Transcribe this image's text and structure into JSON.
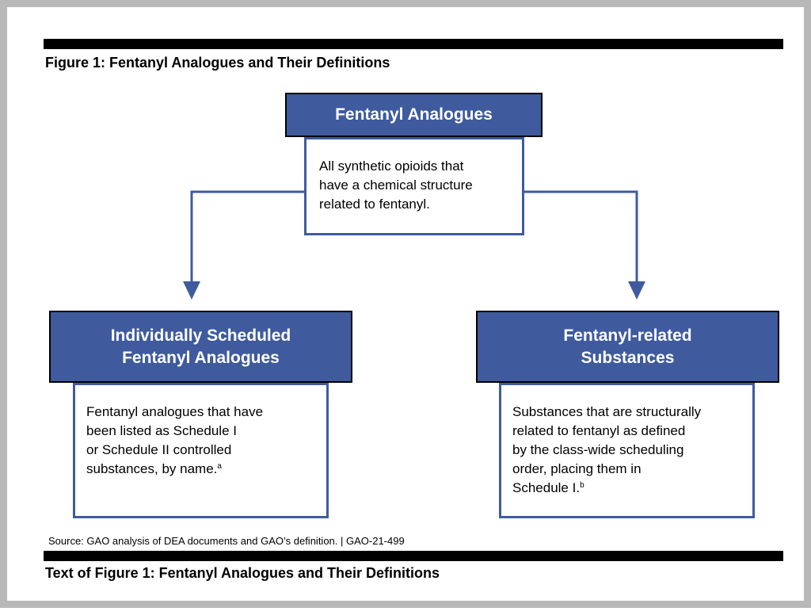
{
  "figure": {
    "title": "Figure 1: Fentanyl Analogues and Their Definitions",
    "source": "Source: GAO analysis of DEA documents and GAO’s definition.  |  GAO-21-499",
    "text_title": "Text of Figure 1: Fentanyl Analogues and Their Definitions"
  },
  "nodes": {
    "top": {
      "title": "Fentanyl Analogues",
      "body_lines": [
        "All synthetic opioids that",
        "have a chemical structure",
        "related to fentanyl."
      ]
    },
    "left": {
      "title_lines": [
        "Individually Scheduled",
        "Fentanyl Analogues"
      ],
      "body_lines": [
        "Fentanyl analogues that have",
        "been listed as Schedule I",
        "or Schedule II controlled",
        "substances, by name."
      ],
      "footnote": "a"
    },
    "right": {
      "title_lines": [
        "Fentanyl-related",
        "Substances"
      ],
      "body_lines": [
        "Substances that are structurally",
        "related to fentanyl as defined",
        "by the class-wide scheduling",
        "order, placing them in",
        "Schedule I."
      ],
      "footnote": "b"
    }
  },
  "colors": {
    "header_fill": "#3f5b9e",
    "outline": "#3f5b9e",
    "bars": "#000000",
    "page_border": "#b8b8b8"
  }
}
